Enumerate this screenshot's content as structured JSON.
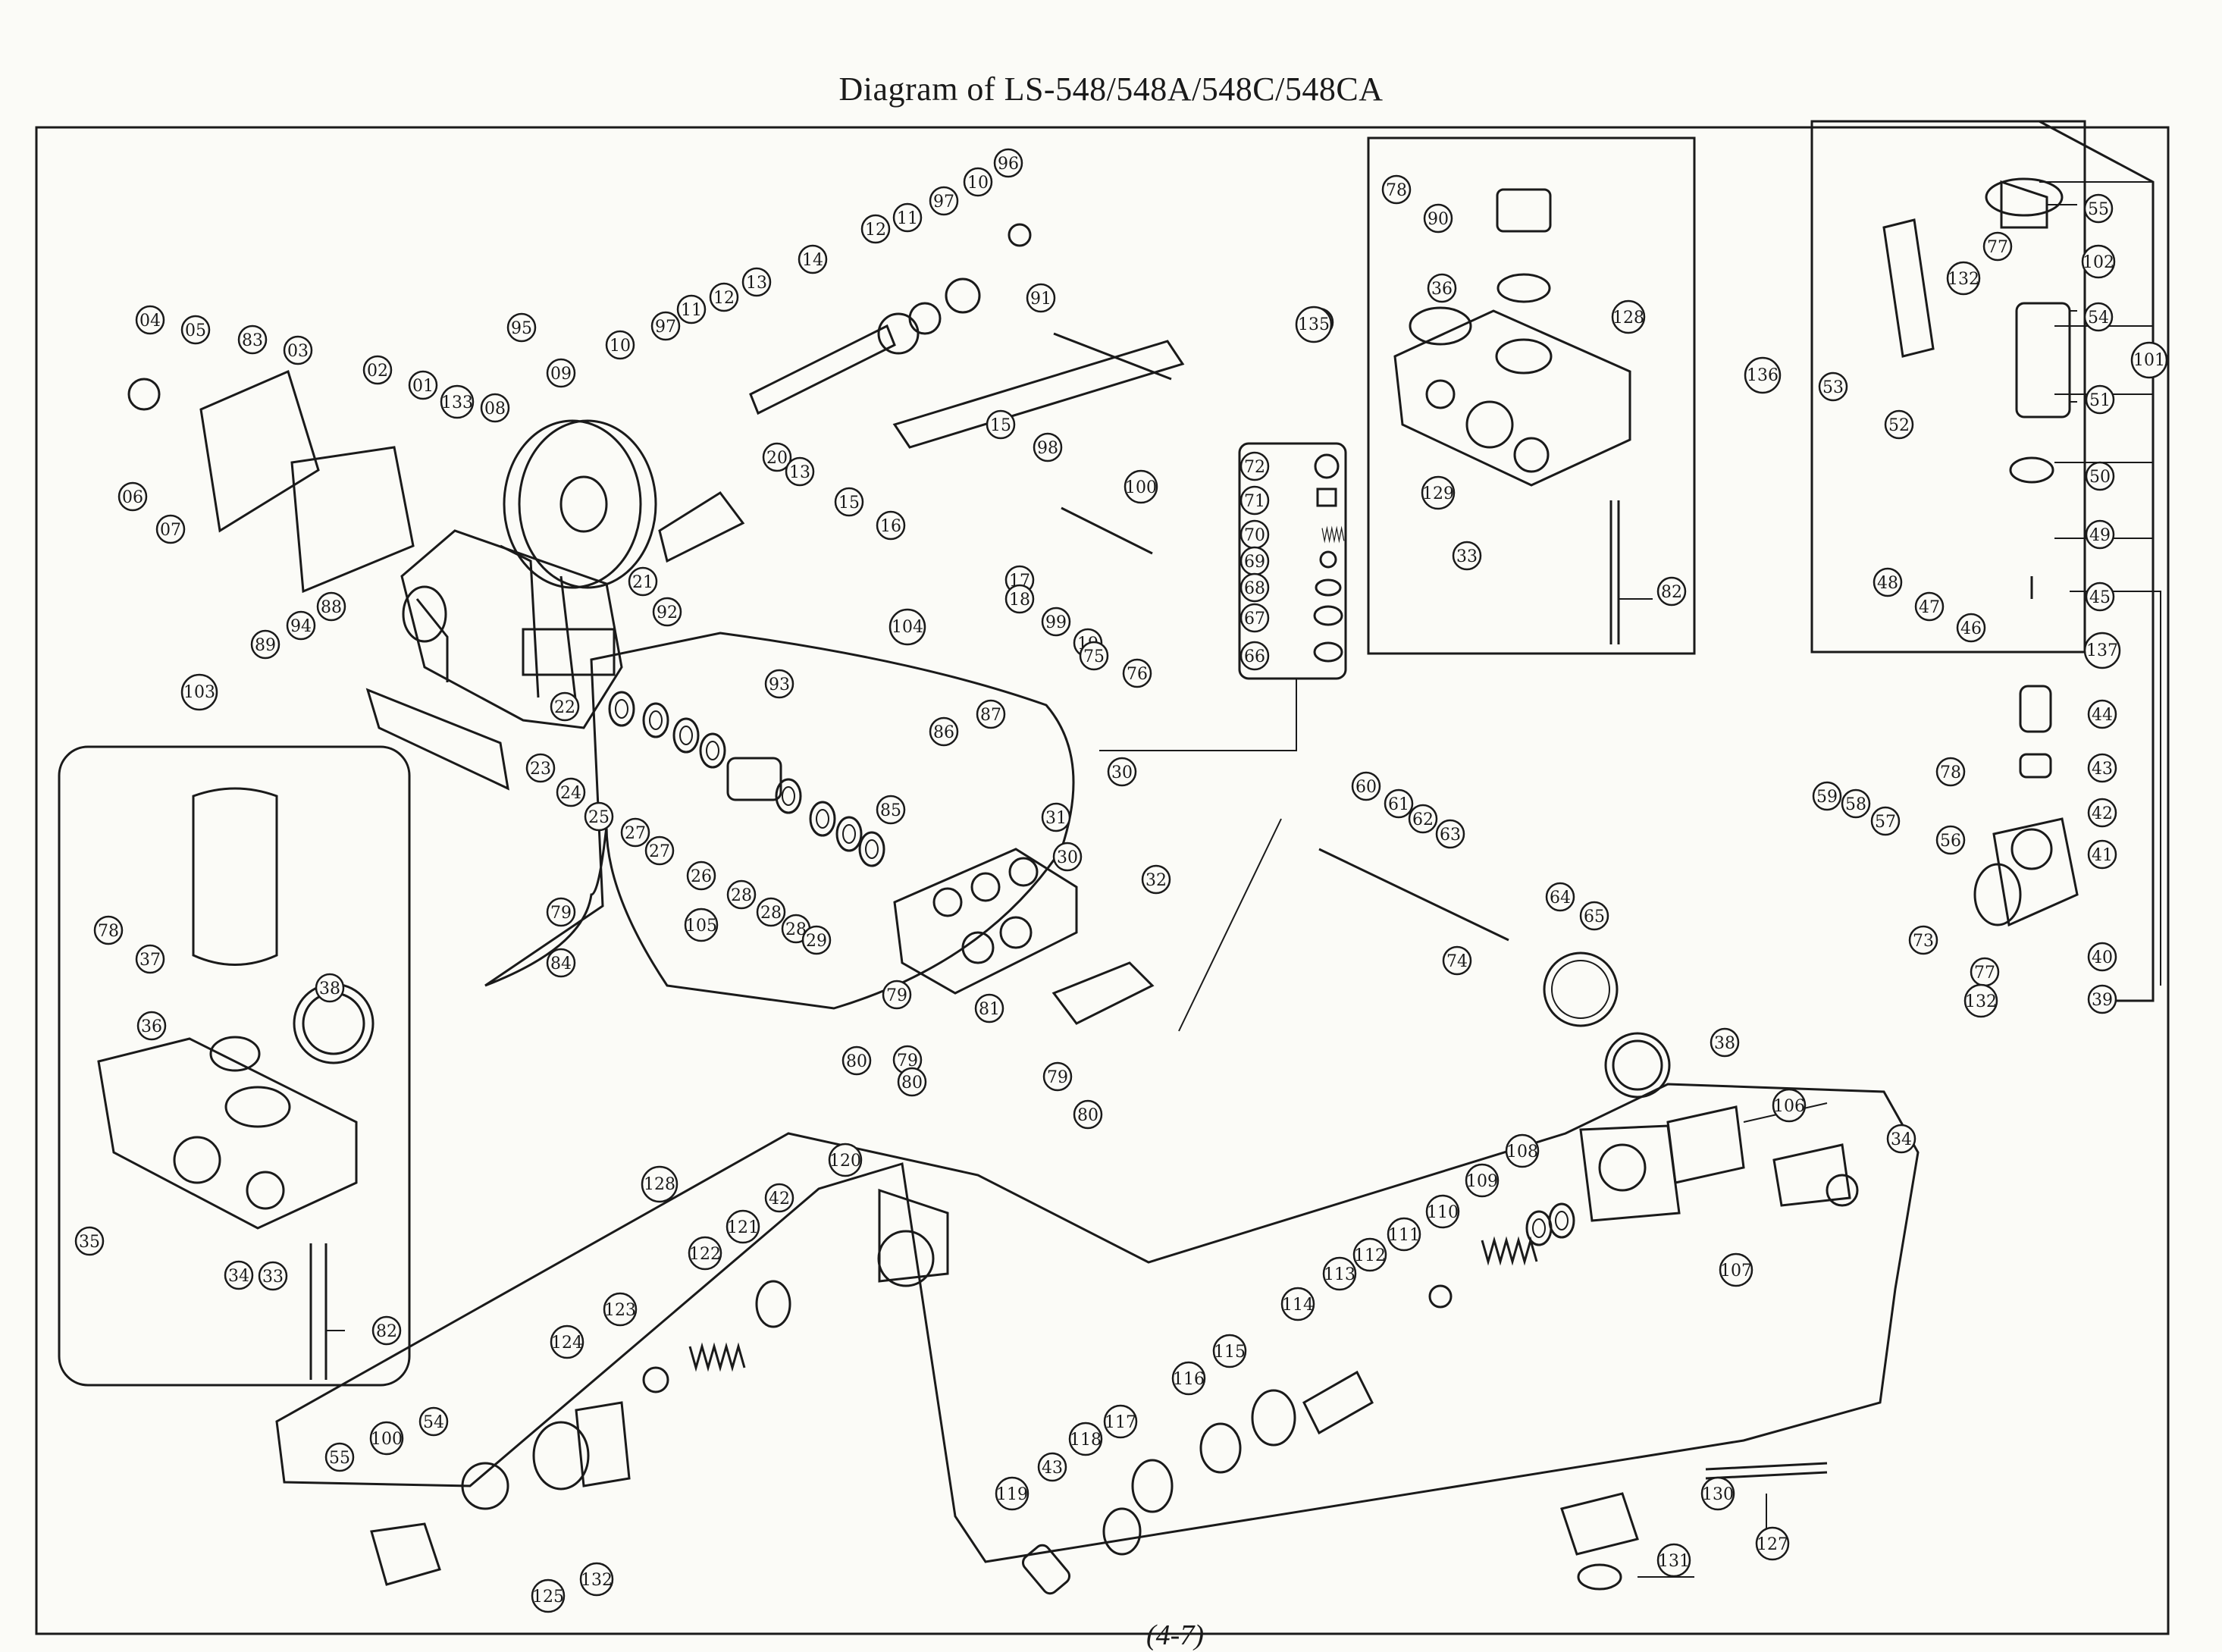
{
  "title": "Diagram of LS-548/548A/548C/548CA",
  "page_number": "(4-7)",
  "ink_color": "#1a1a1a",
  "paper_color": "#fbfbf7",
  "assemblies": [
    {
      "id": "assembly-103",
      "label": "103"
    },
    {
      "id": "assembly-104",
      "label": "104"
    },
    {
      "id": "assembly-128",
      "label": "128"
    },
    {
      "id": "assembly-135",
      "label": "135"
    },
    {
      "id": "assembly-136",
      "label": "136"
    },
    {
      "id": "assembly-101",
      "label": "101"
    },
    {
      "id": "assembly-137",
      "label": "137"
    }
  ],
  "callouts": [
    {
      "label": "04"
    },
    {
      "label": "05"
    },
    {
      "label": "83"
    },
    {
      "label": "03"
    },
    {
      "label": "02"
    },
    {
      "label": "01"
    },
    {
      "label": "06"
    },
    {
      "label": "07"
    },
    {
      "label": "133"
    },
    {
      "label": "08"
    },
    {
      "label": "95"
    },
    {
      "label": "09"
    },
    {
      "label": "10"
    },
    {
      "label": "97"
    },
    {
      "label": "11"
    },
    {
      "label": "12"
    },
    {
      "label": "13"
    },
    {
      "label": "14"
    },
    {
      "label": "12"
    },
    {
      "label": "11"
    },
    {
      "label": "97"
    },
    {
      "label": "10"
    },
    {
      "label": "96"
    },
    {
      "label": "91"
    },
    {
      "label": "20"
    },
    {
      "label": "13"
    },
    {
      "label": "15"
    },
    {
      "label": "98"
    },
    {
      "label": "15"
    },
    {
      "label": "16"
    },
    {
      "label": "21"
    },
    {
      "label": "17"
    },
    {
      "label": "18"
    },
    {
      "label": "99"
    },
    {
      "label": "100"
    },
    {
      "label": "19"
    },
    {
      "label": "75"
    },
    {
      "label": "76"
    },
    {
      "label": "89"
    },
    {
      "label": "94"
    },
    {
      "label": "88"
    },
    {
      "label": "92"
    },
    {
      "label": "22"
    },
    {
      "label": "23"
    },
    {
      "label": "24"
    },
    {
      "label": "25"
    },
    {
      "label": "27"
    },
    {
      "label": "27"
    },
    {
      "label": "93"
    },
    {
      "label": "26"
    },
    {
      "label": "28"
    },
    {
      "label": "28"
    },
    {
      "label": "28"
    },
    {
      "label": "29"
    },
    {
      "label": "105"
    },
    {
      "label": "86"
    },
    {
      "label": "87"
    },
    {
      "label": "85"
    },
    {
      "label": "31"
    },
    {
      "label": "30"
    },
    {
      "label": "30"
    },
    {
      "label": "32"
    },
    {
      "label": "79"
    },
    {
      "label": "84"
    },
    {
      "label": "79"
    },
    {
      "label": "80"
    },
    {
      "label": "79"
    },
    {
      "label": "80"
    },
    {
      "label": "81"
    },
    {
      "label": "79"
    },
    {
      "label": "80"
    },
    {
      "label": "72"
    },
    {
      "label": "71"
    },
    {
      "label": "70"
    },
    {
      "label": "69"
    },
    {
      "label": "68"
    },
    {
      "label": "67"
    },
    {
      "label": "66"
    },
    {
      "label": "78"
    },
    {
      "label": "90"
    },
    {
      "label": "36"
    },
    {
      "label": "128"
    },
    {
      "label": "35"
    },
    {
      "label": "129"
    },
    {
      "label": "33"
    },
    {
      "label": "82"
    },
    {
      "label": "55"
    },
    {
      "label": "77"
    },
    {
      "label": "132"
    },
    {
      "label": "102"
    },
    {
      "label": "54"
    },
    {
      "label": "53"
    },
    {
      "label": "52"
    },
    {
      "label": "51"
    },
    {
      "label": "50"
    },
    {
      "label": "49"
    },
    {
      "label": "48"
    },
    {
      "label": "47"
    },
    {
      "label": "46"
    },
    {
      "label": "45"
    },
    {
      "label": "44"
    },
    {
      "label": "78"
    },
    {
      "label": "43"
    },
    {
      "label": "42"
    },
    {
      "label": "41"
    },
    {
      "label": "59"
    },
    {
      "label": "58"
    },
    {
      "label": "57"
    },
    {
      "label": "56"
    },
    {
      "label": "73"
    },
    {
      "label": "77"
    },
    {
      "label": "132"
    },
    {
      "label": "40"
    },
    {
      "label": "39"
    },
    {
      "label": "60"
    },
    {
      "label": "61"
    },
    {
      "label": "62"
    },
    {
      "label": "63"
    },
    {
      "label": "64"
    },
    {
      "label": "65"
    },
    {
      "label": "74"
    },
    {
      "label": "78"
    },
    {
      "label": "37"
    },
    {
      "label": "38"
    },
    {
      "label": "36"
    },
    {
      "label": "35"
    },
    {
      "label": "34"
    },
    {
      "label": "33"
    },
    {
      "label": "82"
    },
    {
      "label": "38"
    },
    {
      "label": "106"
    },
    {
      "label": "34"
    },
    {
      "label": "108"
    },
    {
      "label": "109"
    },
    {
      "label": "110"
    },
    {
      "label": "111"
    },
    {
      "label": "112"
    },
    {
      "label": "113"
    },
    {
      "label": "107"
    },
    {
      "label": "114"
    },
    {
      "label": "115"
    },
    {
      "label": "116"
    },
    {
      "label": "117"
    },
    {
      "label": "118"
    },
    {
      "label": "43"
    },
    {
      "label": "119"
    },
    {
      "label": "120"
    },
    {
      "label": "42"
    },
    {
      "label": "121"
    },
    {
      "label": "122"
    },
    {
      "label": "123"
    },
    {
      "label": "124"
    },
    {
      "label": "54"
    },
    {
      "label": "100"
    },
    {
      "label": "55"
    },
    {
      "label": "125"
    },
    {
      "label": "132"
    },
    {
      "label": "130"
    },
    {
      "label": "127"
    },
    {
      "label": "131"
    }
  ]
}
